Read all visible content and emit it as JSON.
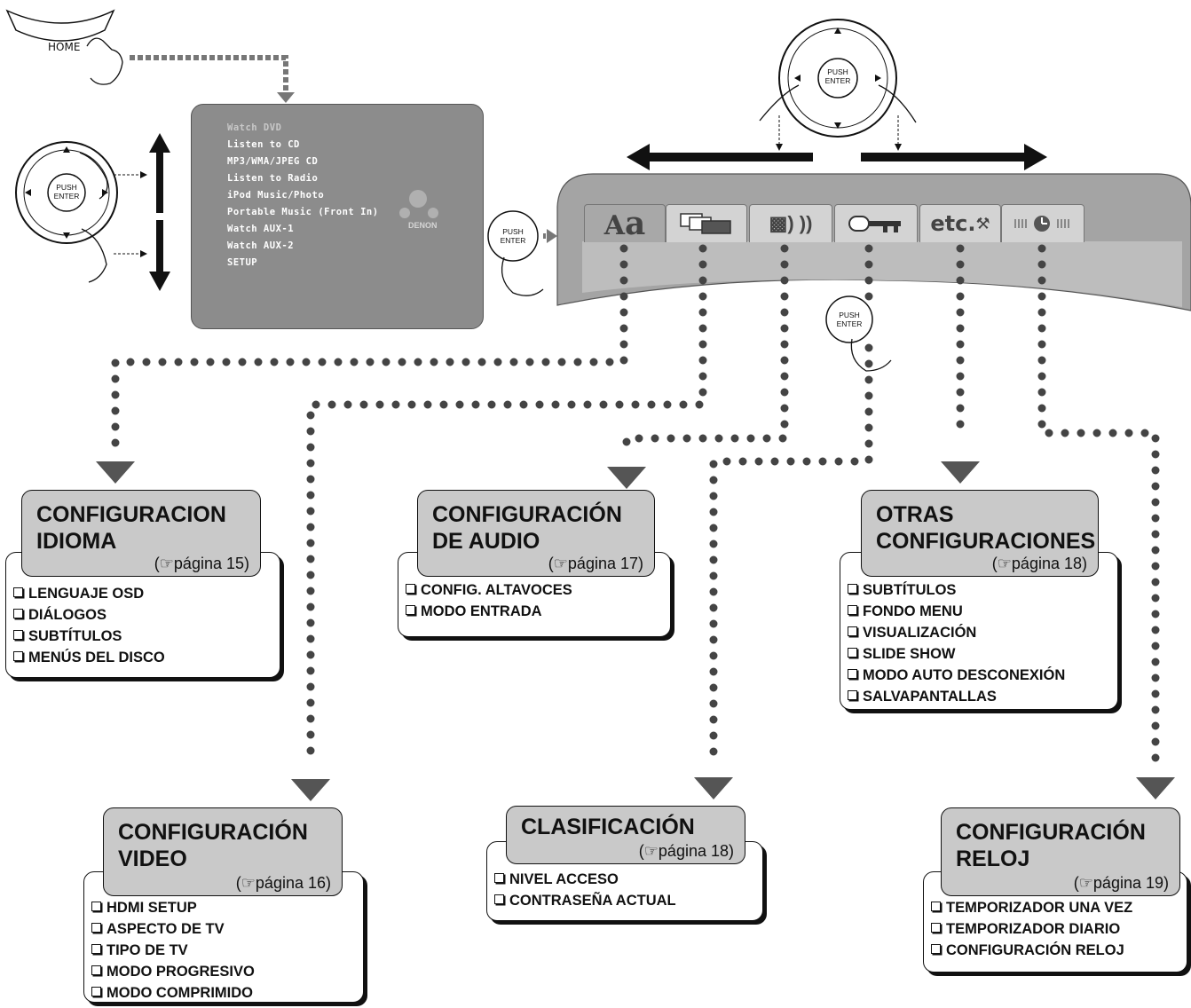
{
  "remote": {
    "home_label": "HOME",
    "push_enter": "PUSH",
    "push_enter_2": "ENTER"
  },
  "osd_menu": {
    "items": [
      "Watch DVD",
      "Listen to CD",
      "MP3/WMA/JPEG CD",
      "Listen to Radio",
      "iPod Music/Photo",
      "Portable Music (Front In)",
      "Watch AUX-1",
      "Watch AUX-2",
      "SETUP"
    ],
    "logo": "DENON"
  },
  "tabs": [
    "language-tab",
    "video-tab",
    "audio-tab",
    "rating-key-tab",
    "etc-tab",
    "clock-tab"
  ],
  "tab_etc_label": "etc.",
  "categories": {
    "idioma": {
      "title_1": "CONFIGURACION",
      "title_2": "IDIOMA",
      "page": "página 15",
      "items": [
        "LENGUAJE OSD",
        "DIÁLOGOS",
        "SUBTÍTULOS",
        "MENÚS DEL DISCO"
      ]
    },
    "video": {
      "title_1": "CONFIGURACIÓN",
      "title_2": "VIDEO",
      "page": "página 16",
      "items": [
        "HDMI SETUP",
        "ASPECTO DE TV",
        "TIPO DE TV",
        "MODO PROGRESIVO",
        "MODO COMPRIMIDO"
      ]
    },
    "audio": {
      "title_1": "CONFIGURACIÓN",
      "title_2": "DE AUDIO",
      "page": "página 17",
      "items": [
        "CONFIG. ALTAVOCES",
        "MODO ENTRADA"
      ]
    },
    "clasificacion": {
      "title_1": "CLASIFICACIÓN",
      "page": "página 18",
      "items": [
        "NIVEL ACCESO",
        "CONTRASEÑA ACTUAL"
      ]
    },
    "otras": {
      "title_1": "OTRAS",
      "title_2": "CONFIGURACIONES",
      "page": "página 18",
      "items": [
        "SUBTÍTULOS",
        "FONDO MENU",
        "VISUALIZACIÓN",
        "SLIDE SHOW",
        "MODO AUTO DESCONEXIÓN",
        "SALVAPANTALLAS"
      ]
    },
    "reloj": {
      "title_1": "CONFIGURACIÓN",
      "title_2": "RELOJ",
      "page": "página 19",
      "items": [
        "TEMPORIZADOR UNA VEZ",
        "TEMPORIZADOR DIARIO",
        "CONFIGURACIÓN RELOJ"
      ]
    }
  },
  "colors": {
    "screen": "#8c8c8c",
    "header": "#c9c9c9",
    "tab": "#d3d3d3",
    "dots": "#444444"
  }
}
